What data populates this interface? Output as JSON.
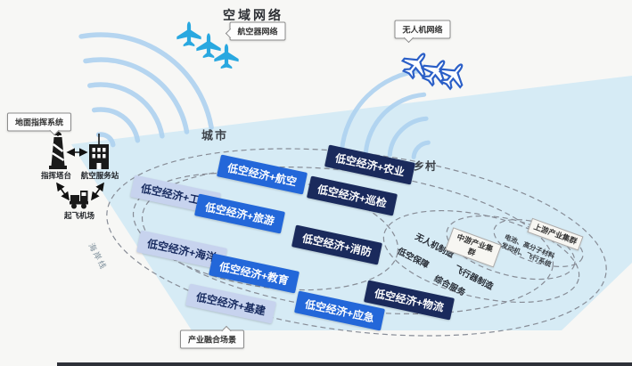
{
  "sky": {
    "title": "空域网络",
    "aircraft_bubble": "航空器网络",
    "drone_bubble": "无人机网络"
  },
  "ground_command": {
    "bubble": "地面指挥系统",
    "tower": "指挥塔台",
    "station": "航空服务站",
    "airfield": "起飞机场"
  },
  "regions": {
    "city": "城市",
    "village": "乡村",
    "coastline": "海岸线"
  },
  "scene_bubble": "产业融合场景",
  "chips": [
    {
      "label": "低空经济+工程",
      "tone": "light"
    },
    {
      "label": "低空经济+海洋",
      "tone": "light"
    },
    {
      "label": "低空经济+基建",
      "tone": "light"
    },
    {
      "label": "低空经济+航空",
      "tone": "medium"
    },
    {
      "label": "低空经济+旅游",
      "tone": "medium"
    },
    {
      "label": "低空经济+教育",
      "tone": "medium"
    },
    {
      "label": "低空经济+应急",
      "tone": "medium"
    },
    {
      "label": "低空经济+农业",
      "tone": "dark"
    },
    {
      "label": "低空经济+巡检",
      "tone": "dark"
    },
    {
      "label": "低空经济+消防",
      "tone": "dark"
    },
    {
      "label": "低空经济+物流",
      "tone": "dark"
    }
  ],
  "clusters": {
    "midstream": "中游产业集群",
    "upstream": "上游产业集群",
    "segments": [
      "无人机制造",
      "低空保障",
      "飞行器制造",
      "综合服务"
    ],
    "upstream_item_1": "电池、高分子材料",
    "upstream_item_2": "发动机、飞行系统"
  },
  "colors": {
    "ground_plane": "#d6ebf5",
    "chip_light": "#c7d3ee",
    "chip_medium": "#2367d9",
    "chip_dark": "#1a2a5c",
    "wifi_arc": "#aed2f0",
    "aircraft": "#29a8e0",
    "drone_outline": "#2b5fc7",
    "dashed_ring": "#878c96"
  },
  "icons": {
    "aircraft_fleet": "aircraft-fleet-icon",
    "drone_fleet": "drone-fleet-icon",
    "wifi_left": "wifi-signal-left-icon",
    "wifi_mid": "wifi-signal-mid-icon",
    "control_tower": "control-tower-icon",
    "service_station": "service-station-icon",
    "takeoff_vehicle": "takeoff-vehicle-icon"
  }
}
